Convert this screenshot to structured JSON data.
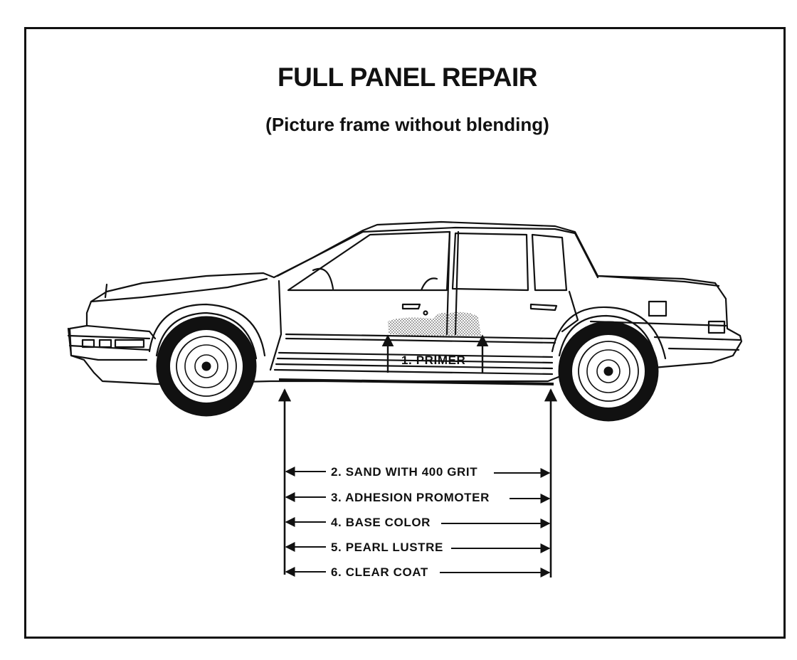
{
  "title": "FULL PANEL REPAIR",
  "subtitle": "(Picture frame without blending)",
  "primer_label": "1. PRIMER",
  "steps": [
    {
      "label": "2. SAND WITH 400 GRIT"
    },
    {
      "label": "3. ADHESION PROMOTER"
    },
    {
      "label": "4. BASE COLOR"
    },
    {
      "label": "5. PEARL LUSTRE"
    },
    {
      "label": "6. CLEAR COAT"
    }
  ],
  "icons": [
    "car-illustration",
    "arrow-icon"
  ]
}
